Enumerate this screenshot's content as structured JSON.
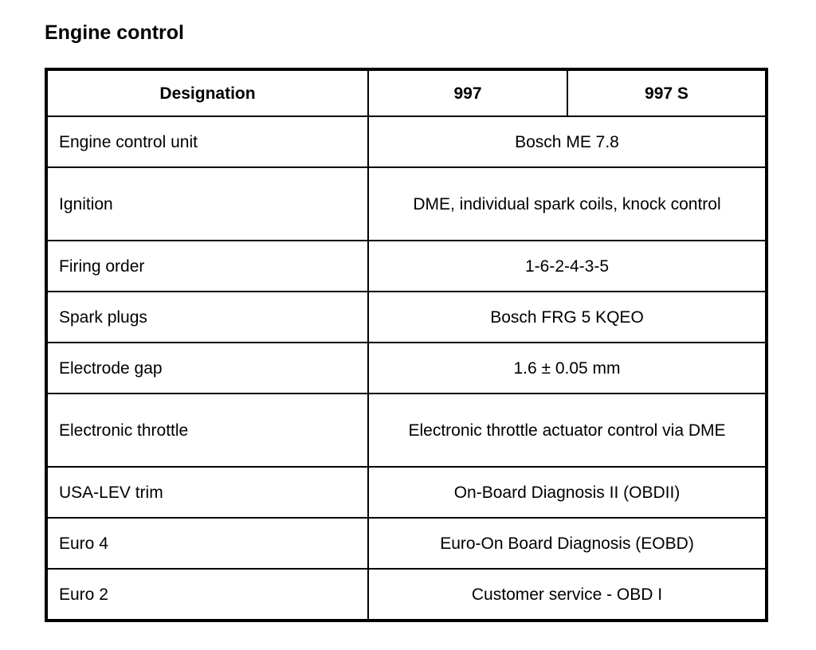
{
  "document": {
    "title": "Engine control"
  },
  "table": {
    "headers": {
      "designation": "Designation",
      "col_997": "997",
      "col_997s": "997 S"
    },
    "rows": [
      {
        "label": "Engine control unit",
        "value": "Bosch ME 7.8",
        "tall": false
      },
      {
        "label": "Ignition",
        "value": "DME, individual spark coils, knock control",
        "tall": true
      },
      {
        "label": "Firing order",
        "value": "1-6-2-4-3-5",
        "tall": false
      },
      {
        "label": "Spark plugs",
        "value": "Bosch FRG 5 KQEO",
        "tall": false
      },
      {
        "label": "Electrode gap",
        "value": "1.6 ± 0.05 mm",
        "tall": false
      },
      {
        "label": "Electronic throttle",
        "value": "Electronic throttle actuator control via DME",
        "tall": true
      },
      {
        "label": "USA-LEV trim",
        "value": "On-Board Diagnosis II (OBDII)",
        "tall": false
      },
      {
        "label": "Euro 4",
        "value": "Euro-On Board Diagnosis (EOBD)",
        "tall": false
      },
      {
        "label": "Euro 2",
        "value": "Customer service - OBD I",
        "tall": false
      }
    ]
  },
  "colors": {
    "text": "#000000",
    "background": "#ffffff",
    "border": "#000000"
  }
}
